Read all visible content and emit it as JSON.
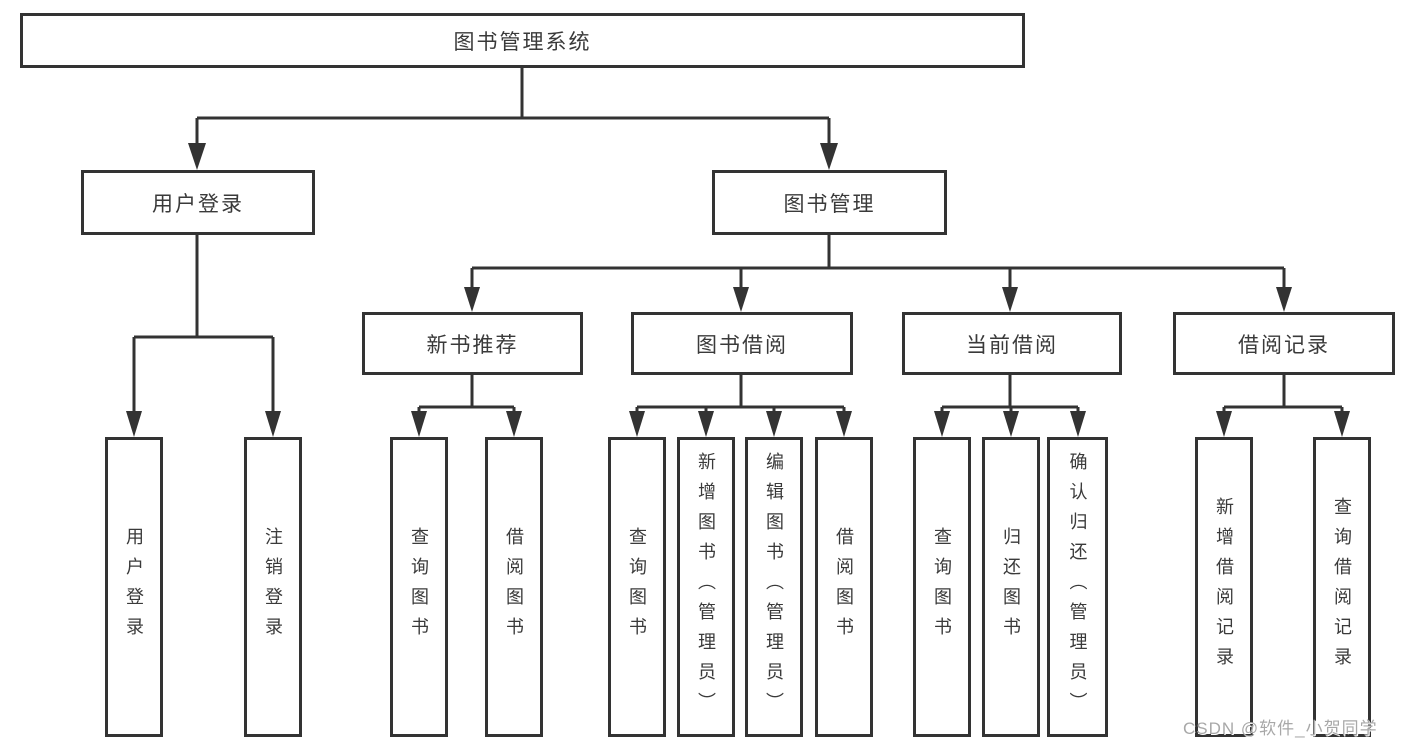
{
  "tree": {
    "root": {
      "label": "图书管理系统"
    },
    "branches": [
      {
        "label": "用户登录",
        "children": [
          {
            "label": "用户登录"
          },
          {
            "label": "注销登录"
          }
        ]
      },
      {
        "label": "图书管理",
        "sections": [
          {
            "label": "新书推荐",
            "children": [
              {
                "label": "查询图书"
              },
              {
                "label": "借阅图书"
              }
            ]
          },
          {
            "label": "图书借阅",
            "children": [
              {
                "label": "查询图书"
              },
              {
                "label": "新增图书（管理员）"
              },
              {
                "label": "编辑图书（管理员）"
              },
              {
                "label": "借阅图书"
              }
            ]
          },
          {
            "label": "当前借阅",
            "children": [
              {
                "label": "查询图书"
              },
              {
                "label": "归还图书"
              },
              {
                "label": "确认归还（管理员）"
              }
            ]
          },
          {
            "label": "借阅记录",
            "children": [
              {
                "label": "新增借阅记录"
              },
              {
                "label": "查询借阅记录"
              }
            ]
          }
        ]
      }
    ]
  },
  "watermark": {
    "text": "CSDN @软件_小贺同学"
  },
  "colors": {
    "line": "#333333",
    "text": "#3a3a3a",
    "background": "#ffffff",
    "watermark": "#a8a8a8"
  }
}
